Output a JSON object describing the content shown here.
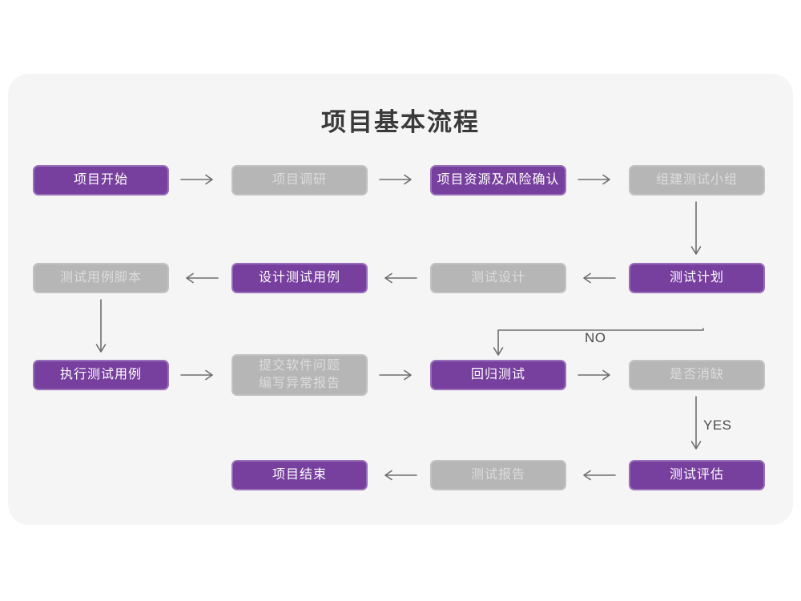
{
  "page": {
    "background": "#ffffff",
    "card_background": "#f5f5f5"
  },
  "title": "项目基本流程",
  "palette": {
    "purple_fill": "#773f9e",
    "purple_border": "#9a6fba",
    "purple_text": "#ffffff",
    "gray_fill": "#b6b6b6",
    "gray_border": "#c2c2c2",
    "gray_text": "#dcdcdc",
    "connector": "#6e6e6e",
    "title_text": "#3a3a3a"
  },
  "nodes": [
    {
      "id": "n1",
      "label": "项目开始",
      "style": "purple",
      "row": 1,
      "col": 1
    },
    {
      "id": "n2",
      "label": "项目调研",
      "style": "gray",
      "row": 1,
      "col": 2
    },
    {
      "id": "n3",
      "label": "项目资源及风险确认",
      "style": "purple",
      "row": 1,
      "col": 3
    },
    {
      "id": "n4",
      "label": "组建测试小组",
      "style": "gray",
      "row": 1,
      "col": 4
    },
    {
      "id": "n5",
      "label": "测试用例脚本",
      "style": "gray",
      "row": 2,
      "col": 1
    },
    {
      "id": "n6",
      "label": "设计测试用例",
      "style": "purple",
      "row": 2,
      "col": 2
    },
    {
      "id": "n7",
      "label": "测试设计",
      "style": "gray",
      "row": 2,
      "col": 3
    },
    {
      "id": "n8",
      "label": "测试计划",
      "style": "purple",
      "row": 2,
      "col": 4
    },
    {
      "id": "n9",
      "label": "执行测试用例",
      "style": "purple",
      "row": 3,
      "col": 1
    },
    {
      "id": "n10",
      "label": "提交软件问题\n编写异常报告",
      "style": "gray",
      "row": 3,
      "col": 2
    },
    {
      "id": "n11",
      "label": "回归测试",
      "style": "purple",
      "row": 3,
      "col": 3
    },
    {
      "id": "n12",
      "label": "是否消缺",
      "style": "gray",
      "row": 3,
      "col": 4
    },
    {
      "id": "n13",
      "label": "项目结束",
      "style": "purple",
      "row": 4,
      "col": 2
    },
    {
      "id": "n14",
      "label": "测试报告",
      "style": "gray",
      "row": 4,
      "col": 3
    },
    {
      "id": "n15",
      "label": "测试评估",
      "style": "purple",
      "row": 4,
      "col": 4
    }
  ],
  "edges": [
    {
      "id": "e1",
      "from": "n1",
      "to": "n2",
      "direction": "right",
      "label": ""
    },
    {
      "id": "e2",
      "from": "n2",
      "to": "n3",
      "direction": "right",
      "label": ""
    },
    {
      "id": "e3",
      "from": "n3",
      "to": "n4",
      "direction": "right",
      "label": ""
    },
    {
      "id": "e4",
      "from": "n4",
      "to": "n8",
      "direction": "down",
      "label": ""
    },
    {
      "id": "e5",
      "from": "n8",
      "to": "n7",
      "direction": "left",
      "label": ""
    },
    {
      "id": "e6",
      "from": "n7",
      "to": "n6",
      "direction": "left",
      "label": ""
    },
    {
      "id": "e7",
      "from": "n6",
      "to": "n5",
      "direction": "left",
      "label": ""
    },
    {
      "id": "e8",
      "from": "n5",
      "to": "n9",
      "direction": "down",
      "label": ""
    },
    {
      "id": "e9",
      "from": "n9",
      "to": "n10",
      "direction": "right",
      "label": ""
    },
    {
      "id": "e10",
      "from": "n10",
      "to": "n11",
      "direction": "right",
      "label": ""
    },
    {
      "id": "e11",
      "from": "n11",
      "to": "n12",
      "direction": "right",
      "label": ""
    },
    {
      "id": "e12",
      "from": "n12",
      "to": "n11",
      "direction": "loop-up-left",
      "label": "NO"
    },
    {
      "id": "e13",
      "from": "n12",
      "to": "n15",
      "direction": "down",
      "label": "YES"
    },
    {
      "id": "e14",
      "from": "n15",
      "to": "n14",
      "direction": "left",
      "label": ""
    },
    {
      "id": "e15",
      "from": "n14",
      "to": "n13",
      "direction": "left",
      "label": ""
    }
  ],
  "edge_labels": {
    "no": "NO",
    "yes": "YES"
  }
}
